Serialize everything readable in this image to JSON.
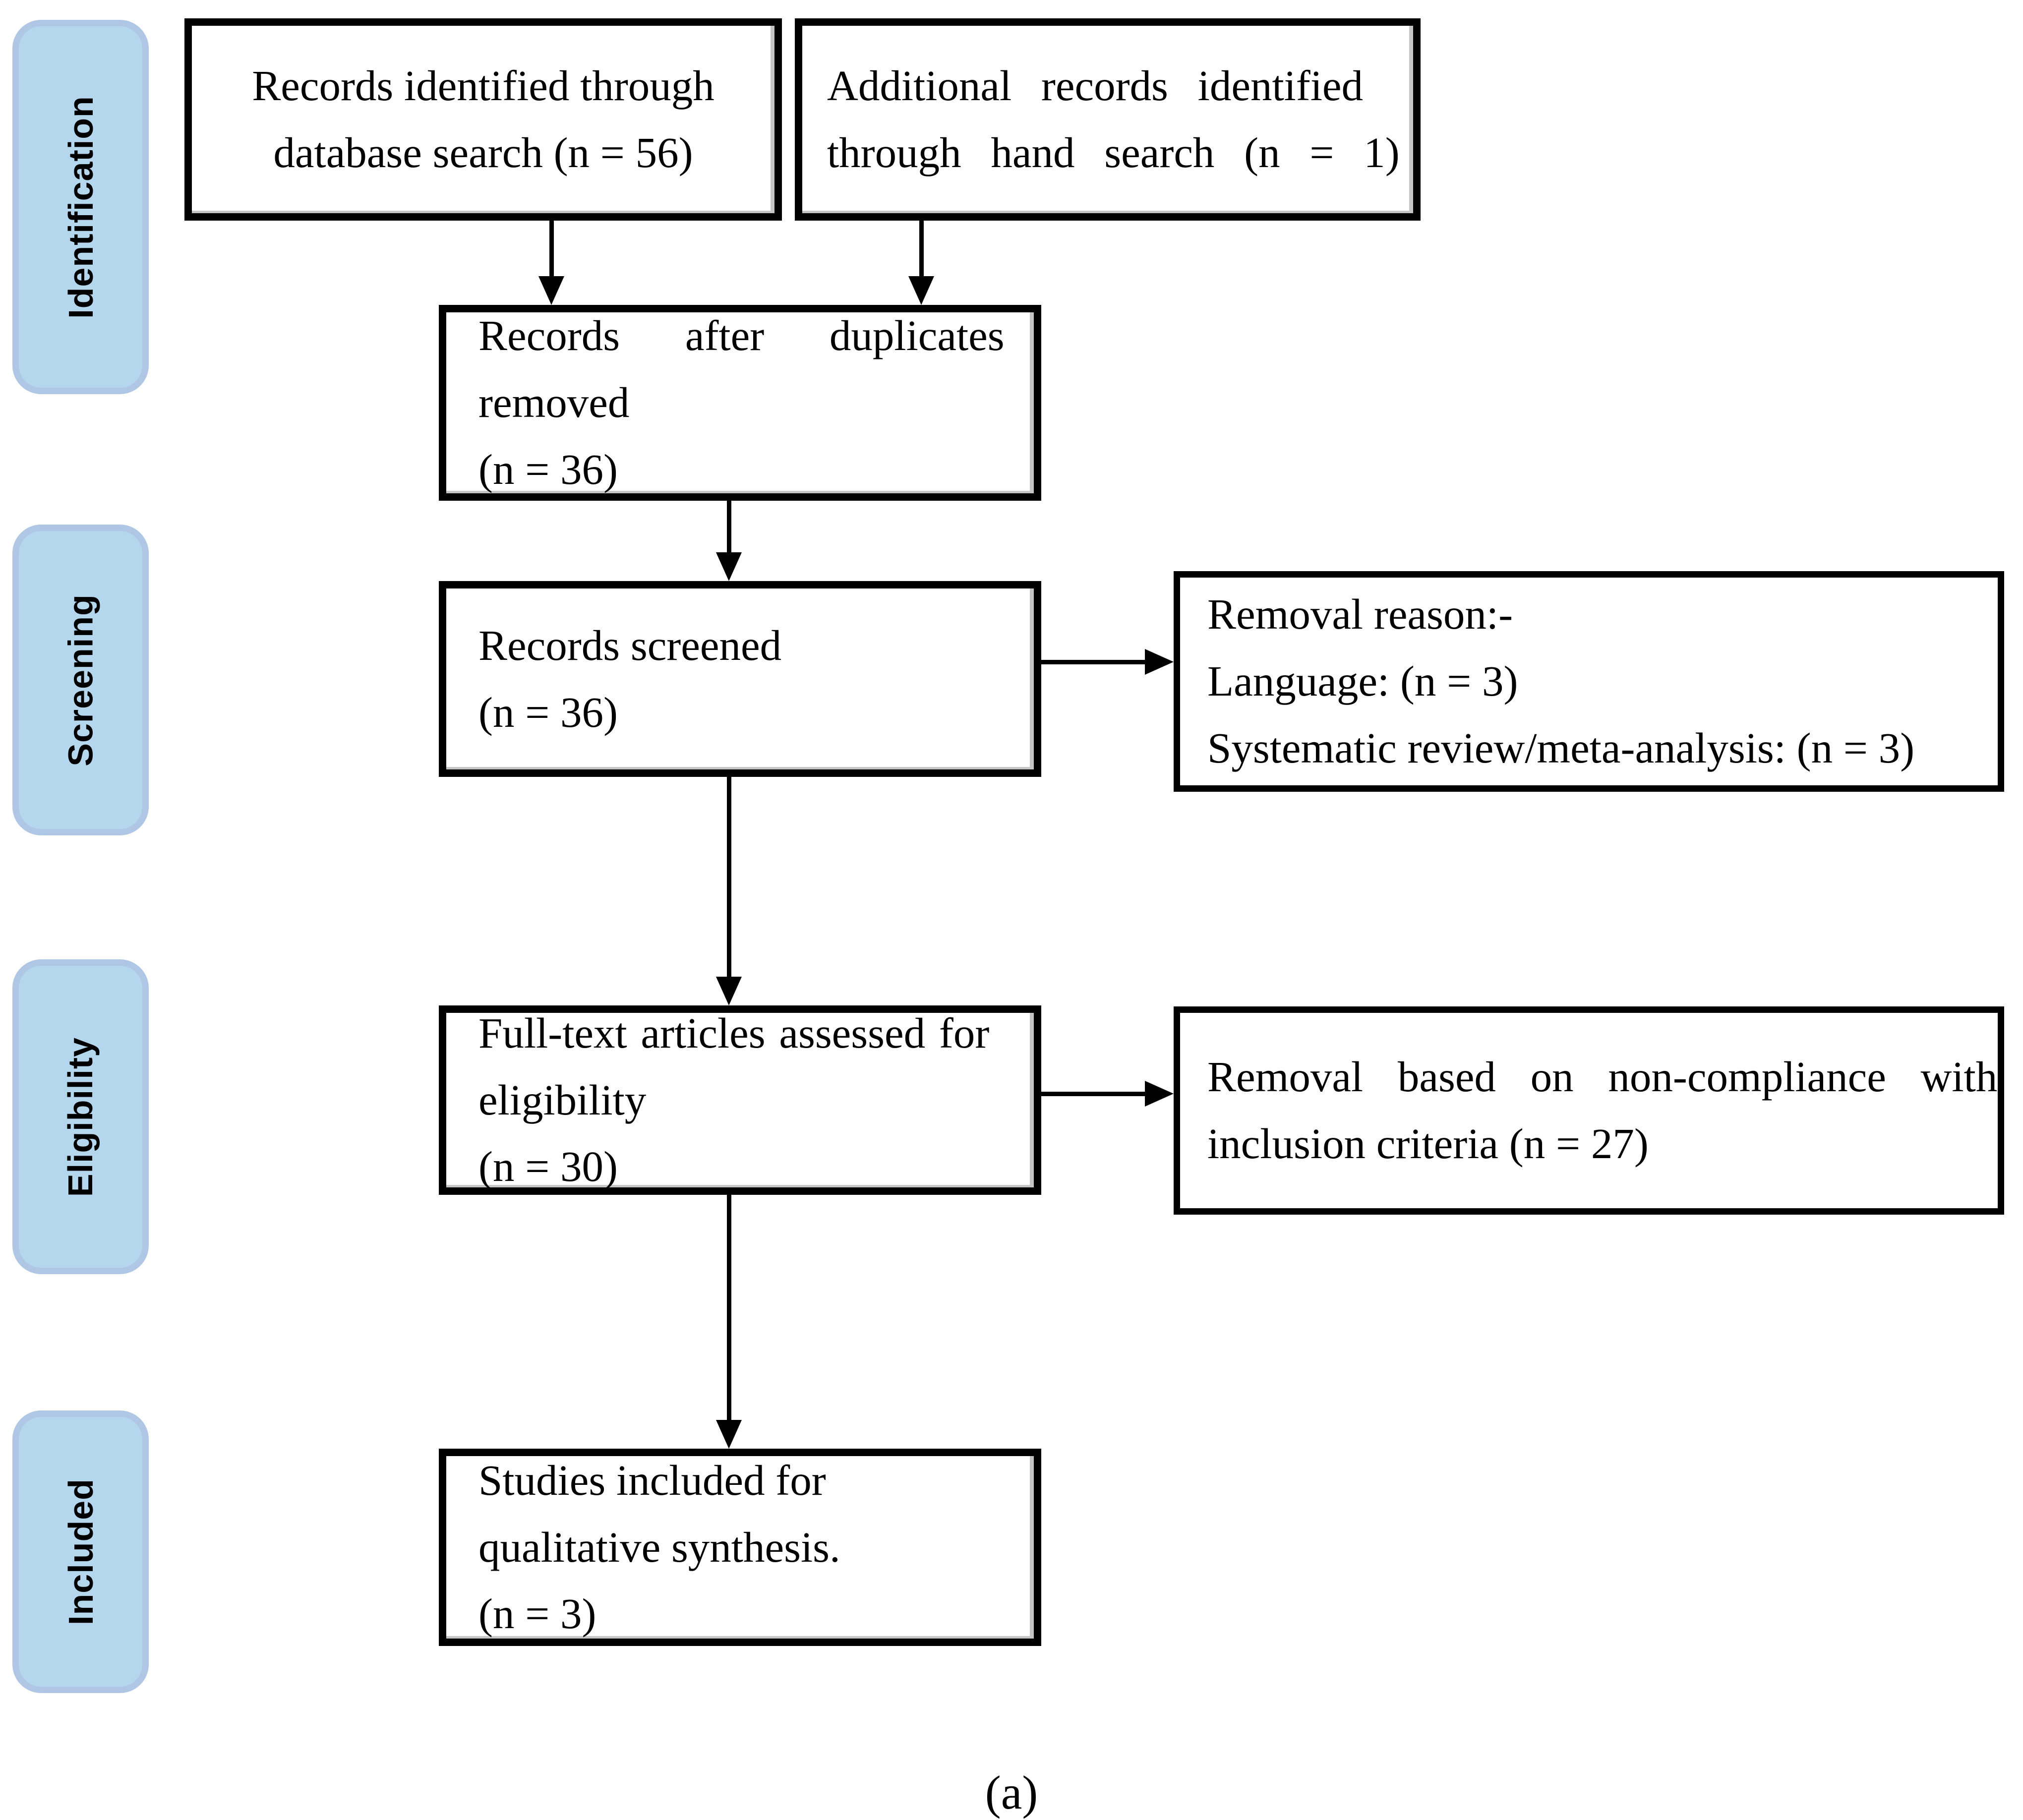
{
  "stages": [
    {
      "label": "Identification"
    },
    {
      "label": "Screening"
    },
    {
      "label": "Eligibility"
    },
    {
      "label": "Included"
    }
  ],
  "boxes": {
    "db_search": {
      "lines": [
        "Records identified through",
        "database search (n = 56)"
      ]
    },
    "hand_search": {
      "lines": [
        "Additional records identified",
        "through hand search (n = 1)"
      ]
    },
    "dedup": {
      "lines": [
        "Records after duplicates",
        "removed",
        "(n = 36)"
      ]
    },
    "screened": {
      "lines": [
        "Records screened",
        "(n = 36)"
      ]
    },
    "removal_reason": {
      "lines": [
        "Removal reason:-",
        "Language: (n = 3)",
        "Systematic review/meta-analysis: (n = 3)"
      ]
    },
    "fulltext": {
      "lines": [
        "Full-text articles assessed for",
        "eligibility",
        "(n = 30)"
      ]
    },
    "removal_noncompliance": {
      "lines": [
        "Removal based on non-compliance with",
        "inclusion criteria (n = 27)"
      ]
    },
    "included_studies": {
      "lines": [
        "Studies included for",
        "qualitative synthesis.",
        "(n = 3)"
      ]
    }
  },
  "counts": {
    "database_search": 56,
    "hand_search": 1,
    "after_duplicates": 36,
    "screened": 36,
    "removed_language": 3,
    "removed_systematic_review": 3,
    "fulltext_assessed": 30,
    "removed_noncompliance": 27,
    "included_qualitative": 3
  },
  "caption": "(a)",
  "colors": {
    "stage_fill": "#B4D7EE",
    "stage_border": "#AFC6E4",
    "box_border": "#000000",
    "text": "#000000",
    "background": "#FFFFFF"
  }
}
